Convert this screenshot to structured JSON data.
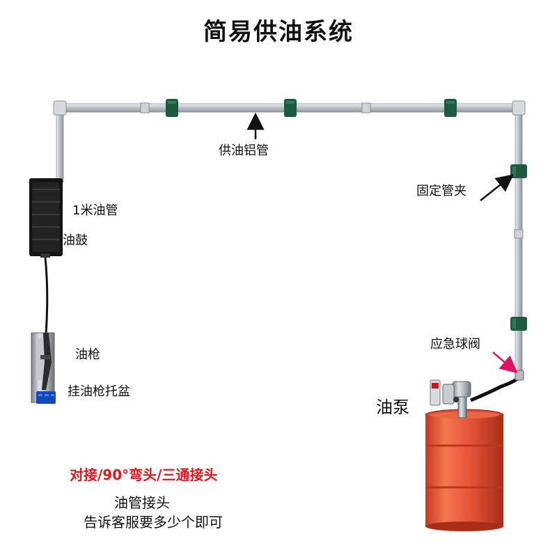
{
  "title": "简易供油系统",
  "labels": {
    "pipe": "供油铝管",
    "clamp": "固定管夹",
    "hose": "1米油管",
    "reel": "油鼓",
    "gun": "油枪",
    "tray": "挂油枪托盆",
    "valve": "应急球阀",
    "pump": "油泵",
    "fittings": "对接/90°弯头/三通接头",
    "hose_joint": "油管接头",
    "note": "告诉客服要多少个即可"
  },
  "colors": {
    "pipe": "#c9ced4",
    "clamp": "#1d5a40",
    "barrel": "#e8553a",
    "arrow_black": "#111111",
    "arrow_red": "#e0115f",
    "accent_red": "#e8141c"
  }
}
